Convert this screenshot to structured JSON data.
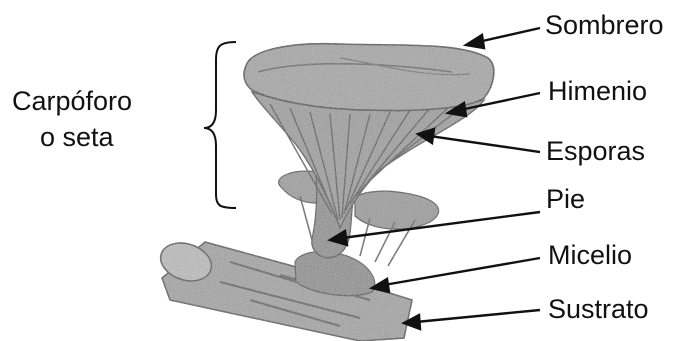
{
  "group_label": {
    "line1": "Carpóforo",
    "line2": "o seta"
  },
  "labels": {
    "sombrero": "Sombrero",
    "himenio": "Himenio",
    "esporas": "Esporas",
    "pie": "Pie",
    "micelio": "Micelio",
    "sustrato": "Sustrato"
  },
  "colors": {
    "ink": "#111111",
    "mushroom_light": "#a8a8a8",
    "mushroom_mid": "#8a8a8a",
    "mushroom_dark": "#555555",
    "log": "#9a9a9a"
  }
}
